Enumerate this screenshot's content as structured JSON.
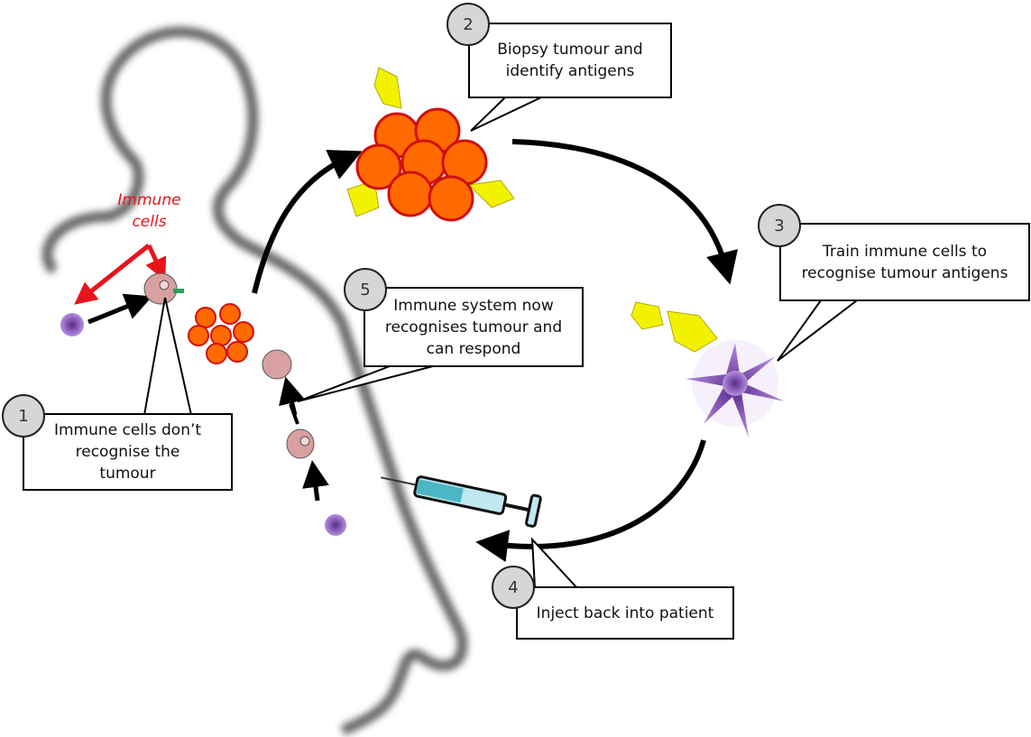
{
  "diagram": {
    "title": "Cancer immunotherapy cycle",
    "label_immune_cells": "Immune cells",
    "label_color": "#e8141b",
    "steps": [
      {
        "number": "1",
        "text": "Immune cells don’t recognise the tumour"
      },
      {
        "number": "2",
        "text": "Biopsy tumour and identify antigens"
      },
      {
        "number": "3",
        "text": "Train immune cells to recognise tumour antigens"
      },
      {
        "number": "4",
        "text": "Inject back into patient"
      },
      {
        "number": "5",
        "text": "Immune system now recognises tumour and can respond"
      }
    ]
  }
}
